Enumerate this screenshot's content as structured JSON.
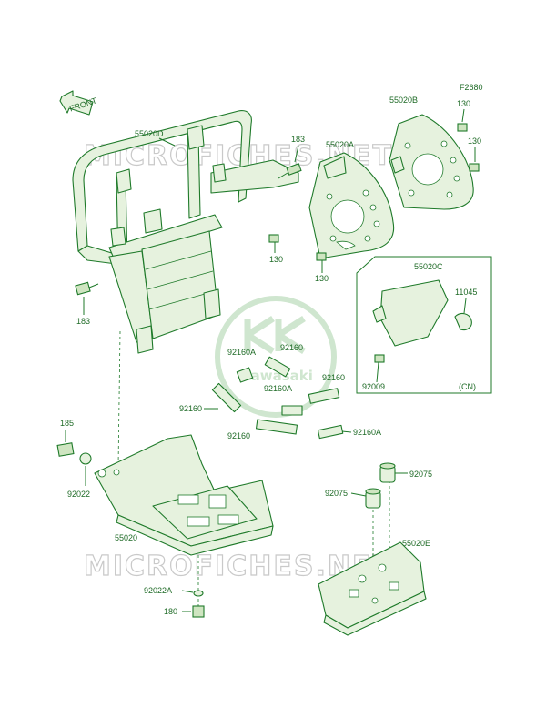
{
  "watermark": {
    "text": "MICROFICHES.NET",
    "brand": "Kawasaki"
  },
  "figure_id": "F2680",
  "front_arrow": "FRONT",
  "variant_label": "(CN)",
  "labels": {
    "p55020D": "55020D",
    "p55020B": "55020B",
    "p55020A": "55020A",
    "p55020C": "55020C",
    "p55020": "55020",
    "p55020E": "55020E",
    "p183a": "183",
    "p183b": "183",
    "p130a": "130",
    "p130b": "130",
    "p130c": "130",
    "p130d": "130",
    "p11045": "11045",
    "p92009": "92009",
    "p92160Aa": "92160A",
    "p92160a": "92160",
    "p92160b": "92160",
    "p92160Ab": "92160A",
    "p92160c": "92160",
    "p92160d": "92160",
    "p92160Ac": "92160A",
    "p185": "185",
    "p92022": "92022",
    "p92022A": "92022A",
    "p180": "180",
    "p92075a": "92075",
    "p92075b": "92075"
  },
  "colors": {
    "line": "#1f7a2a",
    "fill": "#e6f2de",
    "label": "#1f6b27",
    "watermark": "#c9c9c9"
  }
}
